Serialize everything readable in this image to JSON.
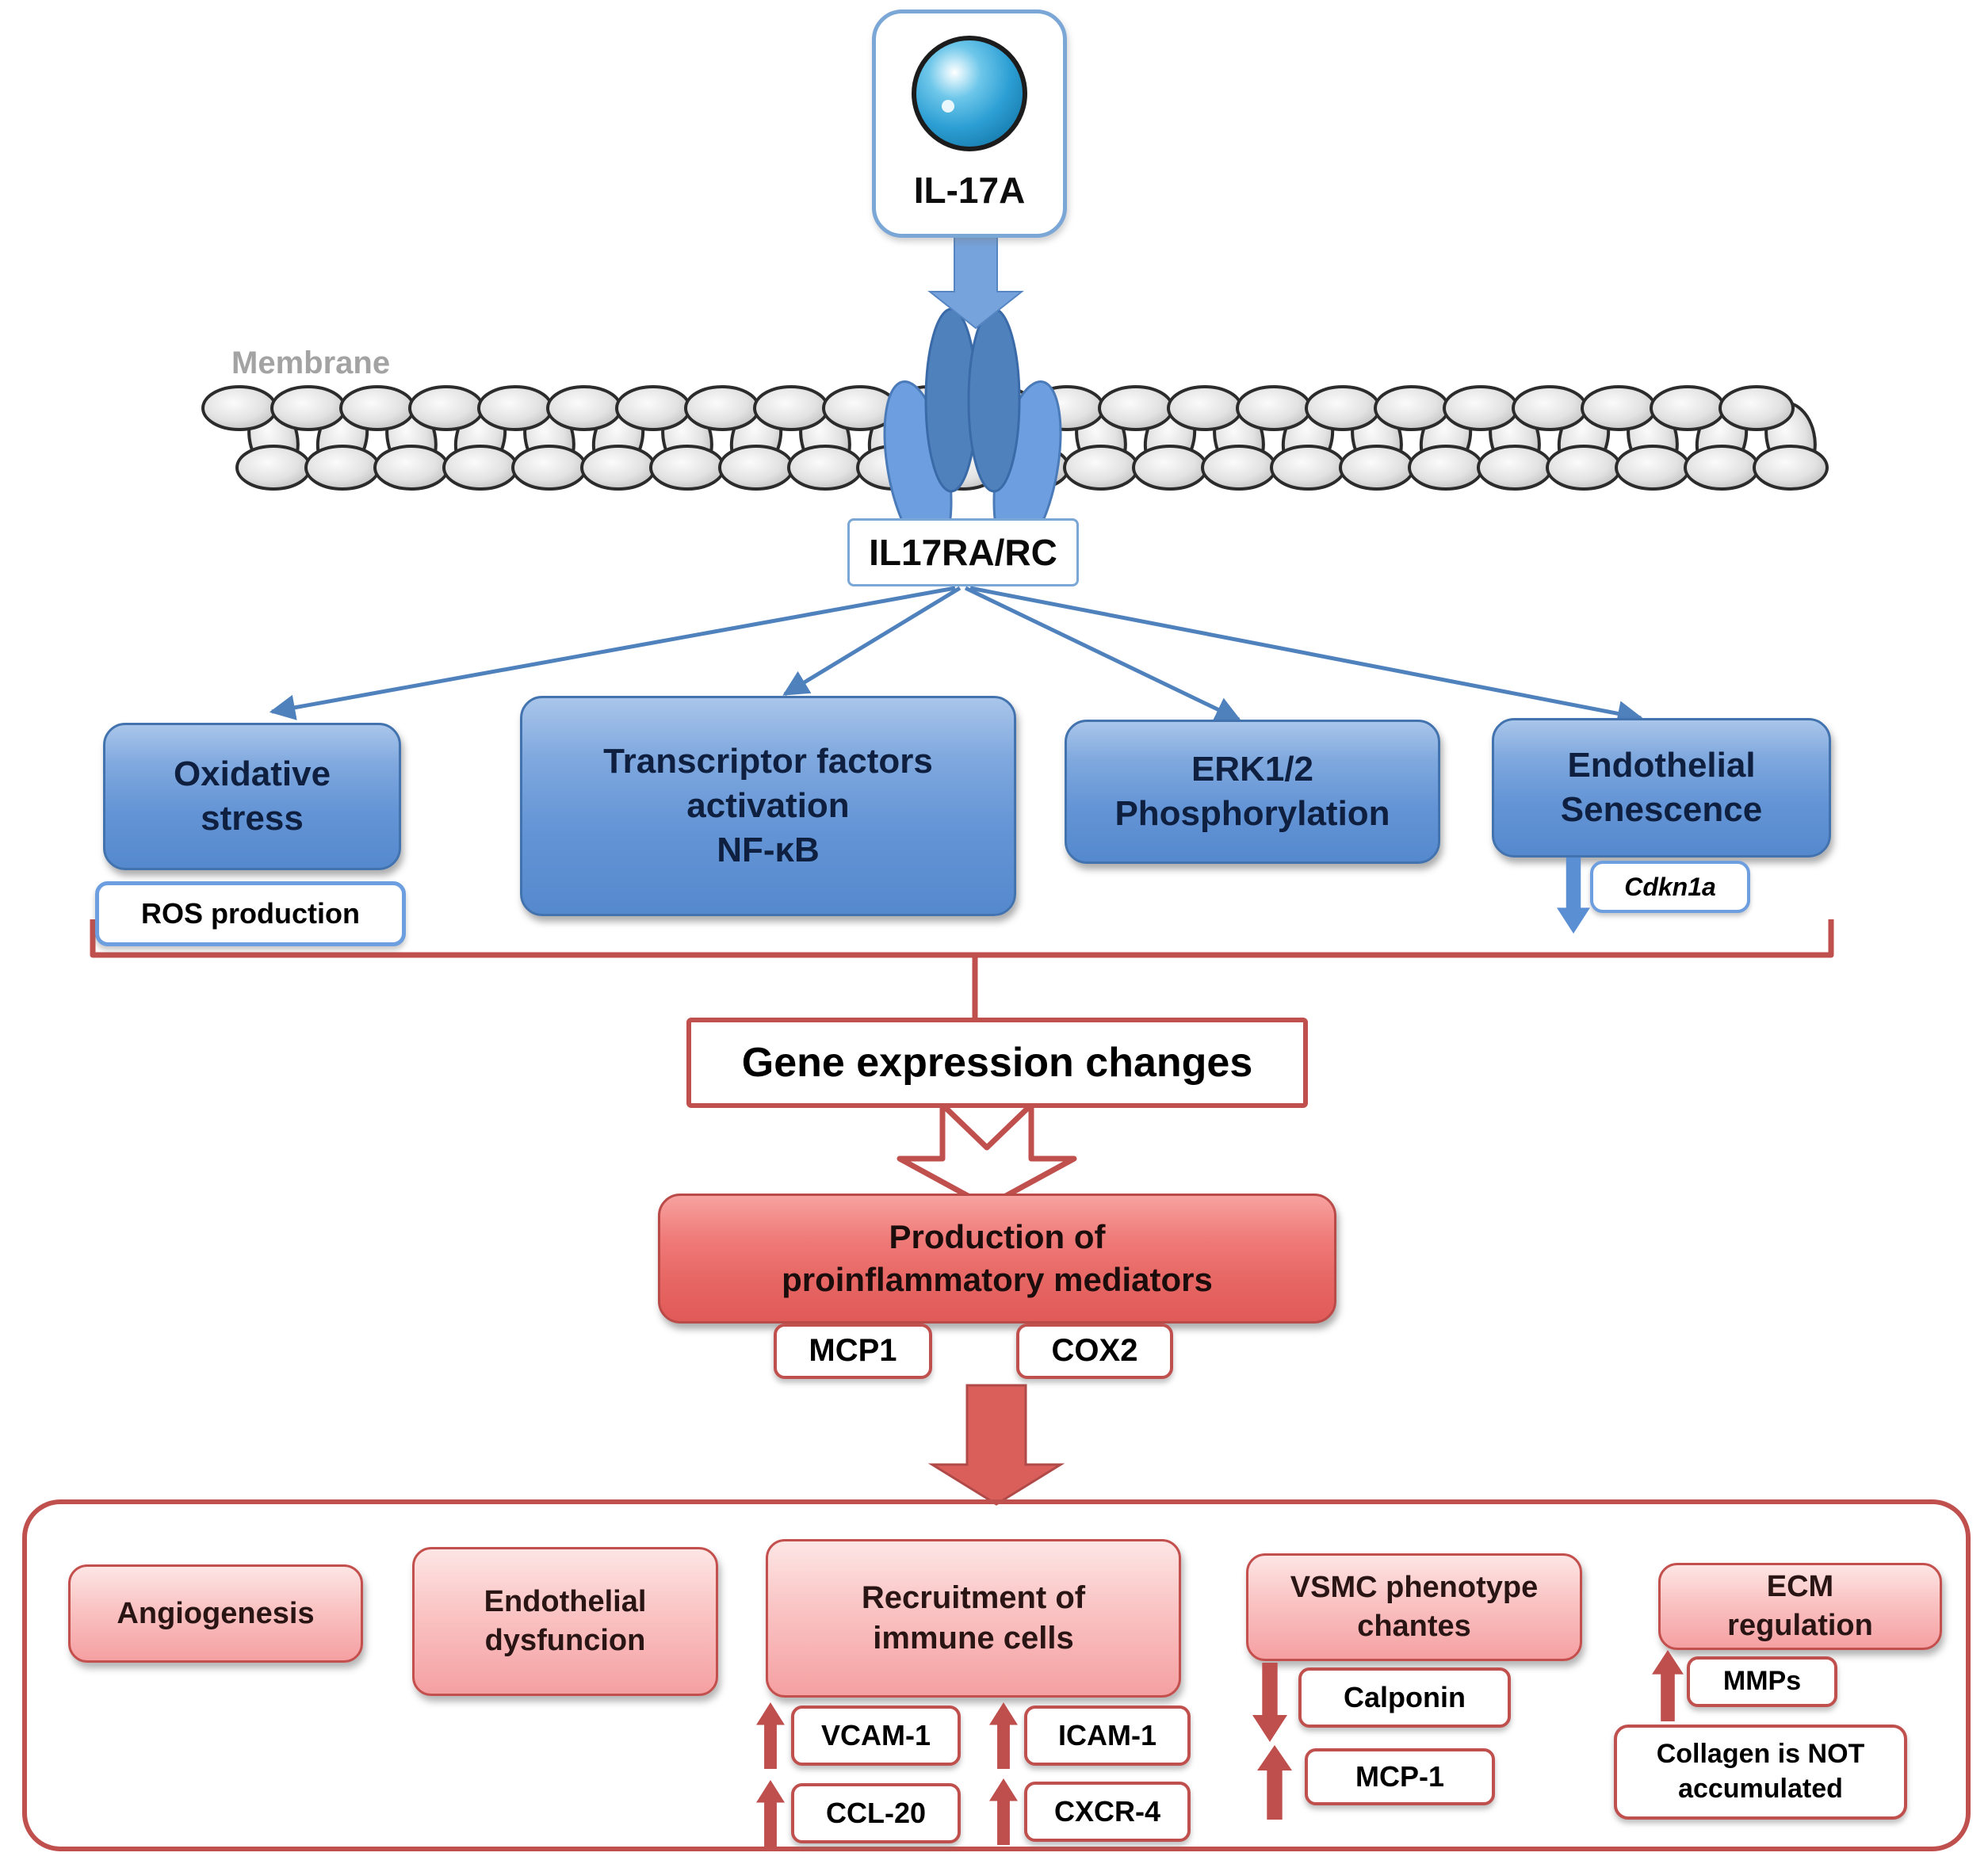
{
  "ligand": {
    "label": "IL-17A"
  },
  "membrane": {
    "label": "Membrane"
  },
  "receptor": {
    "label": "IL17RA/RC"
  },
  "signal_boxes": {
    "oxidative_stress": "Oxidative\nstress",
    "ros_production": "ROS production",
    "transcription_factors": "Transcriptor factors\nactivation\nNF-κB",
    "erk": "ERK1/2\nPhosphorylation",
    "endothelial_senescence": "Endothelial\nSenescence"
  },
  "gene_expression": {
    "label": "Gene expression changes"
  },
  "production": {
    "label": "Production of\nproinflammatory mediators"
  },
  "mediators": {
    "mcp1": "MCP1",
    "cox2": "COX2"
  },
  "outcome_boxes": {
    "angiogenesis": "Angiogenesis",
    "endothelial_dysfunction": "Endothelial\ndysfuncion",
    "recruitment": "Recruitment of\nimmune cells",
    "vsmc": "VSMC phenotype\nchantes",
    "ecm": "ECM\nregulation"
  },
  "outcome_markers": {
    "cdkn1a": {
      "label": "Cdkn1a",
      "change": "decrease"
    },
    "vcam1": {
      "label": "VCAM-1",
      "change": "increase"
    },
    "icam1": {
      "label": "ICAM-1",
      "change": "increase"
    },
    "ccl20": {
      "label": "CCL-20",
      "change": "increase"
    },
    "cxcr4": {
      "label": "CXCR-4",
      "change": "increase"
    },
    "calponin": {
      "label": "Calponin",
      "change": "decrease"
    },
    "mcp1_vsmc": {
      "label": "MCP-1",
      "change": "increase"
    },
    "mmps": {
      "label": "MMPs",
      "change": "increase"
    },
    "collagen": {
      "label": "Collagen is NOT\naccumulated",
      "change": "none"
    }
  },
  "colors": {
    "blue_accent": "#4f81bd",
    "blue_box_border": "#4273ae",
    "red_accent": "#c0504d",
    "pink_box": "#f6a9aa",
    "production_red": "#e66562",
    "sphere_blue": "#2d9fd4",
    "membrane_gray": "#d9d9d9"
  }
}
